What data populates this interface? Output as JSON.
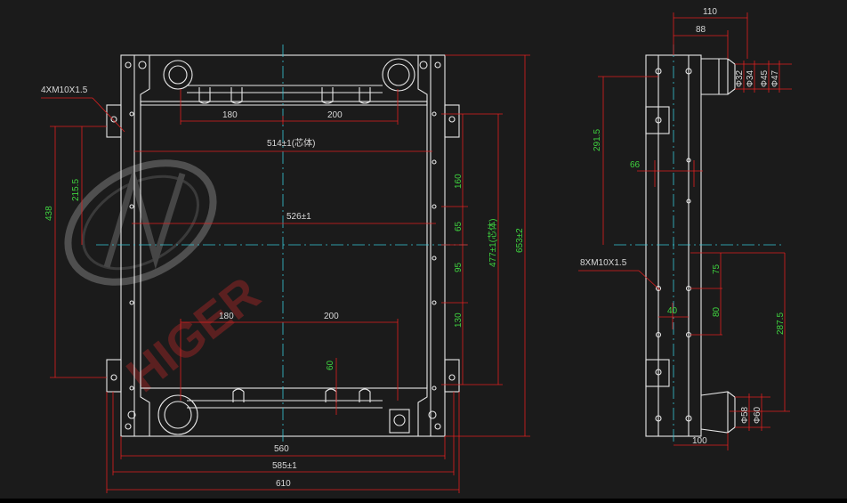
{
  "watermark": {
    "brand": "HIGER"
  },
  "front_view": {
    "callout_left": "4XM10X1.5",
    "top_dims": [
      "180",
      "200"
    ],
    "bottom_dims": [
      "180",
      "200"
    ],
    "inner_dim_514": "514±1(芯体)",
    "inner_dim_526": "526±1",
    "left_dims": [
      "438",
      "215.5"
    ],
    "right_dims": [
      "160",
      "65",
      "95",
      "130"
    ],
    "right_total_477": "477±1(芯体)",
    "right_total_653": "653±2",
    "small_dim_60": "60",
    "bottom_totals": [
      "560",
      "585±1",
      "610"
    ]
  },
  "side_view": {
    "top_dims": [
      "110",
      "88"
    ],
    "pipe_top_dims": [
      "Φ32",
      "Φ34",
      "Φ45",
      "Φ47"
    ],
    "dim_291_5": "291.5",
    "dim_66": "66",
    "callout_right": "8XM10X1.5",
    "right_dims": [
      "75",
      "80",
      "287.5"
    ],
    "dim_40": "40",
    "pipe_bottom_dims": [
      "Φ58",
      "Φ60"
    ],
    "bottom_dim": "100"
  }
}
